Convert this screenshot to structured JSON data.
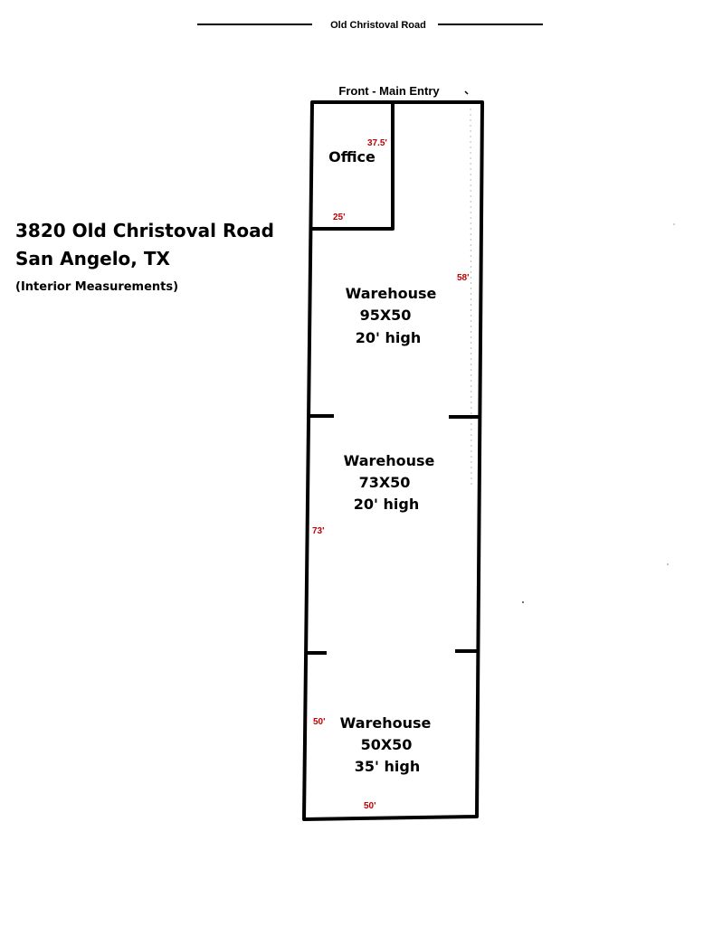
{
  "road": {
    "name": "Old Christoval Road"
  },
  "entry": {
    "label": "Front - Main Entry"
  },
  "address": {
    "line1": "3820 Old Christoval Road",
    "line2": "San Angelo, TX",
    "note": "(Interior Measurements)"
  },
  "office": {
    "label": "Office",
    "dim_side": "37.5'",
    "dim_bottom": "25'"
  },
  "sections": [
    {
      "name": "Warehouse",
      "size": "95X50",
      "height": "20' high",
      "dim": "58'"
    },
    {
      "name": "Warehouse",
      "size": "73X50",
      "height": "20' high",
      "dim": "73'"
    },
    {
      "name": "Warehouse",
      "size": "50X50",
      "height": "35' high",
      "dim": "50'"
    }
  ],
  "bottom_dim": "50'",
  "colors": {
    "line": "#000000",
    "dimension": "#c00000",
    "text": "#000000"
  }
}
